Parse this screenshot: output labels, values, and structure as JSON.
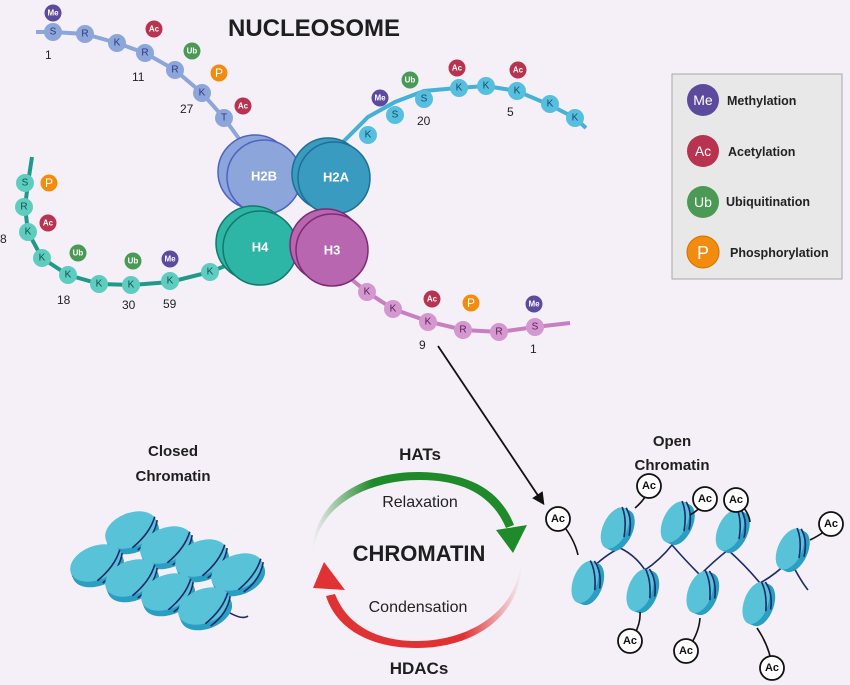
{
  "title": "NUCLEOSOME",
  "histones": {
    "h2b": "H2B",
    "h2a": "H2A",
    "h4": "H4",
    "h3": "H3"
  },
  "colors": {
    "background": "#f5f0f7",
    "h2b": "#8ca5da",
    "h2a": "#3a9bc1",
    "h4": "#2db5a6",
    "h3": "#b866b0",
    "h2b_tail": "#8ca5da",
    "h2a_tail": "#45b1d6",
    "h4_tail": "#21998a",
    "h3_tail": "#c77fc0",
    "methylation": "#5c4b9c",
    "acetylation": "#b8334f",
    "ubiquitination": "#4a9a55",
    "phosphorylation": "#f28c0f",
    "hats_arrow": "#1f8a2a",
    "hdacs_arrow": "#e03232",
    "nucleosome_disc": "#4ec0d6"
  },
  "tails": {
    "h2b": {
      "residues": [
        "S",
        "R",
        "K",
        "R",
        "R",
        "K",
        "T"
      ],
      "numbers": [
        "1",
        "11",
        "27"
      ],
      "mods": [
        "Me",
        "Ac",
        "Ub",
        "P",
        "Ac"
      ]
    },
    "h2a": {
      "residues": [
        "K",
        "S",
        "S",
        "K",
        "K",
        "K",
        "K",
        "K"
      ],
      "numbers": [
        "20",
        "5"
      ],
      "mods": [
        "Me",
        "Ub",
        "Ac",
        "Ac"
      ]
    },
    "h4": {
      "residues": [
        "S",
        "R",
        "K",
        "K",
        "K",
        "K",
        "K",
        "K",
        "K"
      ],
      "numbers": [
        "8",
        "18",
        "30",
        "59"
      ],
      "mods": [
        "P",
        "Ac",
        "Ub",
        "Ub",
        "Me"
      ]
    },
    "h3": {
      "residues": [
        "K",
        "K",
        "K",
        "R",
        "R",
        "S"
      ],
      "numbers": [
        "9",
        "1"
      ],
      "mods": [
        "Ac",
        "P",
        "Me"
      ]
    }
  },
  "legend": {
    "items": [
      {
        "badge": "Me",
        "label": "Methylation"
      },
      {
        "badge": "Ac",
        "label": "Acetylation"
      },
      {
        "badge": "Ub",
        "label": "Ubiquitination"
      },
      {
        "badge": "P",
        "label": "Phosphorylation"
      }
    ]
  },
  "cycle": {
    "center": "CHROMATIN",
    "top_enzyme": "HATs",
    "top_process": "Relaxation",
    "bottom_enzyme": "HDACs",
    "bottom_process": "Condensation"
  },
  "closed": {
    "line1": "Closed",
    "line2": "Chromatin"
  },
  "open": {
    "line1": "Open",
    "line2": "Chromatin",
    "ac_label": "Ac"
  }
}
